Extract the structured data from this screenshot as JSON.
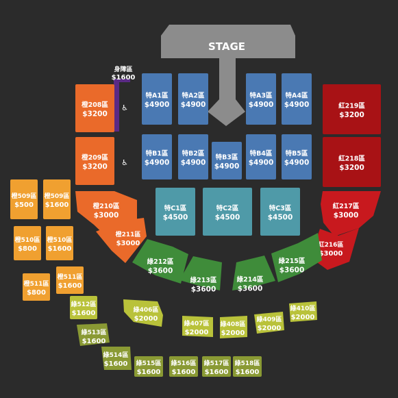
{
  "stage": {
    "label": "STAGE",
    "color": "#8c8c8c"
  },
  "colors": {
    "vip": "#4a79b3",
    "vip_c": "#4f9aa8",
    "red_dark": "#a81215",
    "red": "#c8191e",
    "orange": "#ea6a2a",
    "orange_light": "#f0a030",
    "green": "#3f8c3a",
    "yellow_green": "#b9c23a",
    "olive": "#8a9a34",
    "purple": "#5a2a85"
  },
  "sections": [
    {
      "id": "wheelchair",
      "name": "身障區",
      "price": "$1600",
      "group": "purple",
      "icon": "wheelchair-icon"
    },
    {
      "id": "A1",
      "name": "特A1區",
      "price": "$4900",
      "group": "vip"
    },
    {
      "id": "A2",
      "name": "特A2區",
      "price": "$4900",
      "group": "vip"
    },
    {
      "id": "A3",
      "name": "特A3區",
      "price": "$4900",
      "group": "vip"
    },
    {
      "id": "A4",
      "name": "特A4區",
      "price": "$4900",
      "group": "vip"
    },
    {
      "id": "B1",
      "name": "特B1區",
      "price": "$4900",
      "group": "vip"
    },
    {
      "id": "B2",
      "name": "特B2區",
      "price": "$4900",
      "group": "vip"
    },
    {
      "id": "B3",
      "name": "特B3區",
      "price": "$4900",
      "group": "vip"
    },
    {
      "id": "B4",
      "name": "特B4區",
      "price": "$4900",
      "group": "vip"
    },
    {
      "id": "B5",
      "name": "特B5區",
      "price": "$4900",
      "group": "vip"
    },
    {
      "id": "C1",
      "name": "特C1區",
      "price": "$4500",
      "group": "vip_c"
    },
    {
      "id": "C2",
      "name": "特C2區",
      "price": "$4500",
      "group": "vip_c"
    },
    {
      "id": "C3",
      "name": "特C3區",
      "price": "$4500",
      "group": "vip_c"
    },
    {
      "id": "O208",
      "name": "橙208區",
      "price": "$3200",
      "group": "orange"
    },
    {
      "id": "O209",
      "name": "橙209區",
      "price": "$3200",
      "group": "orange"
    },
    {
      "id": "O210",
      "name": "橙210區",
      "price": "$3000",
      "group": "orange"
    },
    {
      "id": "O211",
      "name": "橙211區",
      "price": "$3000",
      "group": "orange"
    },
    {
      "id": "R219",
      "name": "紅219區",
      "price": "$3200",
      "group": "red_dark"
    },
    {
      "id": "R218",
      "name": "紅218區",
      "price": "$3200",
      "group": "red_dark"
    },
    {
      "id": "R217",
      "name": "紅217區",
      "price": "$3000",
      "group": "red"
    },
    {
      "id": "R216",
      "name": "紅216區",
      "price": "$3000",
      "group": "red"
    },
    {
      "id": "G212",
      "name": "綠212區",
      "price": "$3600",
      "group": "green"
    },
    {
      "id": "G213",
      "name": "綠213區",
      "price": "$3600",
      "group": "green"
    },
    {
      "id": "G214",
      "name": "綠214區",
      "price": "$3600",
      "group": "green"
    },
    {
      "id": "G215",
      "name": "綠215區",
      "price": "$3600",
      "group": "green"
    },
    {
      "id": "O509a",
      "name": "橙509區",
      "price": "$500",
      "group": "orange_light"
    },
    {
      "id": "O509b",
      "name": "橙509區",
      "price": "$1600",
      "group": "orange_light"
    },
    {
      "id": "O510a",
      "name": "橙510區",
      "price": "$800",
      "group": "orange_light"
    },
    {
      "id": "O510b",
      "name": "橙510區",
      "price": "$1600",
      "group": "orange_light"
    },
    {
      "id": "O511a",
      "name": "橙511區",
      "price": "$800",
      "group": "orange_light"
    },
    {
      "id": "O511b",
      "name": "橙511區",
      "price": "$1600",
      "group": "orange_light"
    },
    {
      "id": "G512",
      "name": "綠512區",
      "price": "$1600",
      "group": "yellow_green"
    },
    {
      "id": "G513",
      "name": "綠513區",
      "price": "$1600",
      "group": "olive"
    },
    {
      "id": "G514",
      "name": "綠514區",
      "price": "$1600",
      "group": "olive"
    },
    {
      "id": "G515",
      "name": "綠515區",
      "price": "$1600",
      "group": "olive"
    },
    {
      "id": "G516",
      "name": "綠516區",
      "price": "$1600",
      "group": "olive"
    },
    {
      "id": "G517",
      "name": "綠517區",
      "price": "$1600",
      "group": "olive"
    },
    {
      "id": "G518",
      "name": "綠518區",
      "price": "$1600",
      "group": "olive"
    },
    {
      "id": "G406",
      "name": "綠406區",
      "price": "$2000",
      "group": "yellow_green"
    },
    {
      "id": "G407",
      "name": "綠407區",
      "price": "$2000",
      "group": "yellow_green"
    },
    {
      "id": "G408",
      "name": "綠408區",
      "price": "$2000",
      "group": "yellow_green"
    },
    {
      "id": "G409",
      "name": "綠409區",
      "price": "$2000",
      "group": "yellow_green"
    },
    {
      "id": "G410",
      "name": "綠410區",
      "price": "$2000",
      "group": "yellow_green"
    }
  ]
}
